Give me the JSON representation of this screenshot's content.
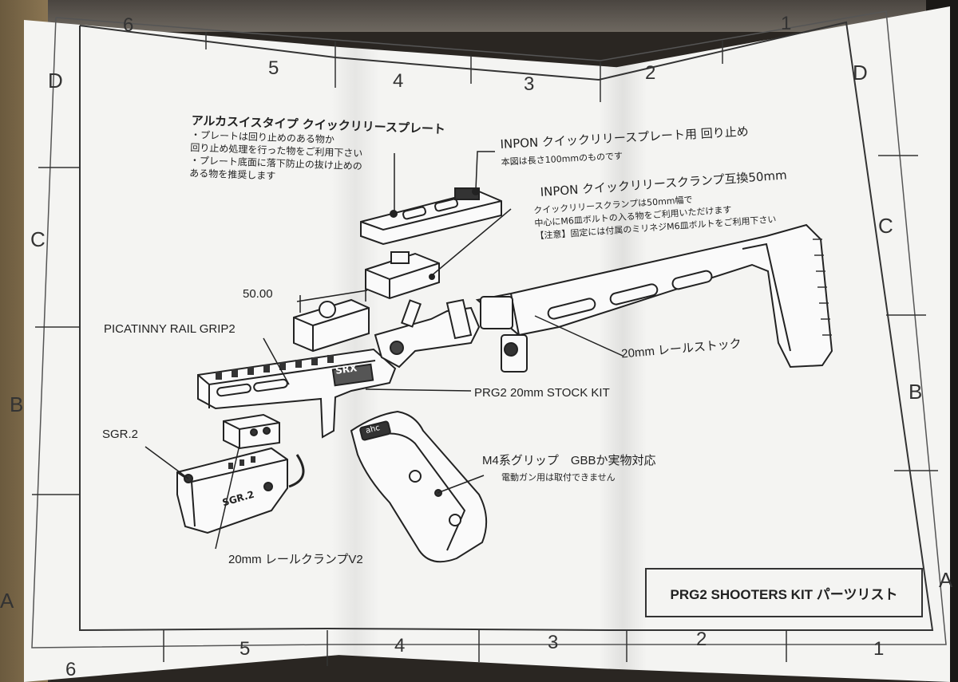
{
  "sheet": {
    "top_columns": [
      "6",
      "5",
      "4",
      "3",
      "2",
      "1"
    ],
    "bottom_columns": [
      "6",
      "5",
      "4",
      "3",
      "2",
      "1"
    ],
    "rows_left": [
      "D",
      "C",
      "B",
      "A"
    ],
    "rows_right": [
      "D",
      "C",
      "B",
      "A"
    ],
    "title": "PRG2 SHOOTERS KIT パーツリスト"
  },
  "notes": {
    "arca_title": "アルカスイスタイプ クイックリリースプレート",
    "arca_lines": [
      "・プレートは回り止めのある物か",
      "回り止め処理を行った物をご利用下さい",
      "・プレート底面に落下防止の抜け止めの",
      "ある物を推奨します"
    ],
    "inpon_plate_title": "INPON クイックリリースプレート用 回り止め",
    "inpon_plate_note": "本図は長さ100mmのものです",
    "inpon_clamp_title": "INPON クイックリリースクランプ互換50mm",
    "inpon_clamp_lines": [
      "クイックリリースクランプは50mm幅で",
      "中心にM6皿ボルトの入る物をご利用いただけます",
      "【注意】固定には付属のミリネジM6皿ボルトをご利用下さい"
    ]
  },
  "callouts": {
    "dimension": "50.00",
    "picatinny": "PICATINNY RAIL GRIP2",
    "stock": "20mm レールストック",
    "stock_kit": "PRG2 20mm STOCK KIT",
    "sgr": "SGR.2",
    "grip_title": "M4系グリップ　GBBか実物対応",
    "grip_note": "電動ガン用は取付できません",
    "clamp": "20mm レールクランプV2"
  },
  "part_markings": {
    "brand": "SRX",
    "grip_logo": "ahc",
    "sgr_label": "SGR.2"
  }
}
